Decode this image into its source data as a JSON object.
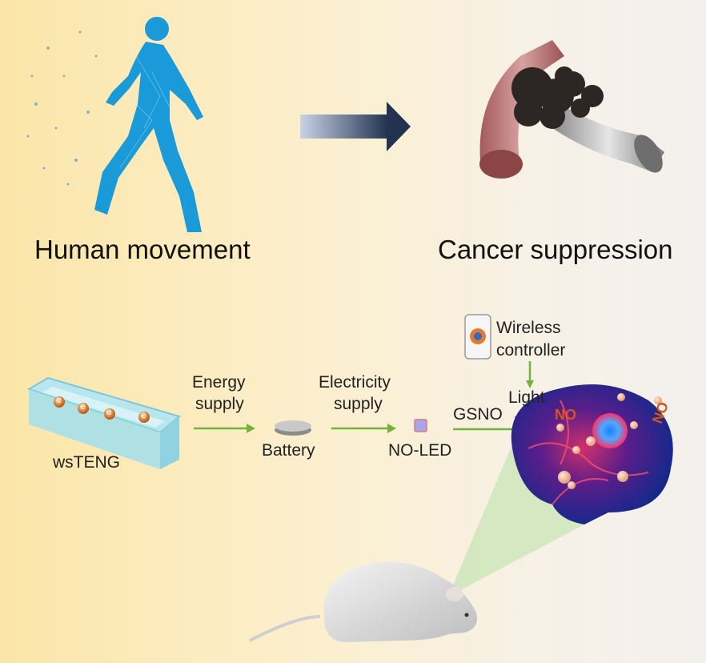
{
  "top": {
    "left_caption": "Human movement",
    "right_caption": "Cancer suppression"
  },
  "flow": {
    "teng_label": "wsTENG",
    "electron_symbol": "e",
    "energy_label_1": "Energy",
    "energy_label_2": "supply",
    "battery_label": "Battery",
    "electricity_label_1": "Electricity",
    "electricity_label_2": "supply",
    "led_label": "NO-LED",
    "gsno_label": "GSNO",
    "light_label": "Light",
    "controller_label_1": "Wireless",
    "controller_label_2": "controller",
    "no_label_1": "NO",
    "no_label_2": "NO"
  },
  "colors": {
    "arrow_green": "#72b33a",
    "arrow_dark": "#2b3d5a",
    "no_orange": "#d9541a"
  }
}
